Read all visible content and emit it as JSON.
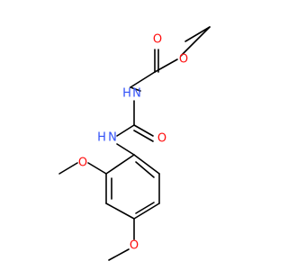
{
  "molecule": {
    "atom_labels": {
      "carbonyl_o_ester": "O",
      "ester_o": "O",
      "nh_upper": "N",
      "h_upper": "H",
      "nh_lower": "N",
      "h_lower": "H",
      "urea_o": "O",
      "ome_o_ortho": "O",
      "ome_o_para": "O"
    },
    "colors": {
      "oxygen": "#ff0d0d",
      "nitrogen": "#3050f8",
      "bond": "#000000",
      "background": "#ffffff"
    }
  }
}
